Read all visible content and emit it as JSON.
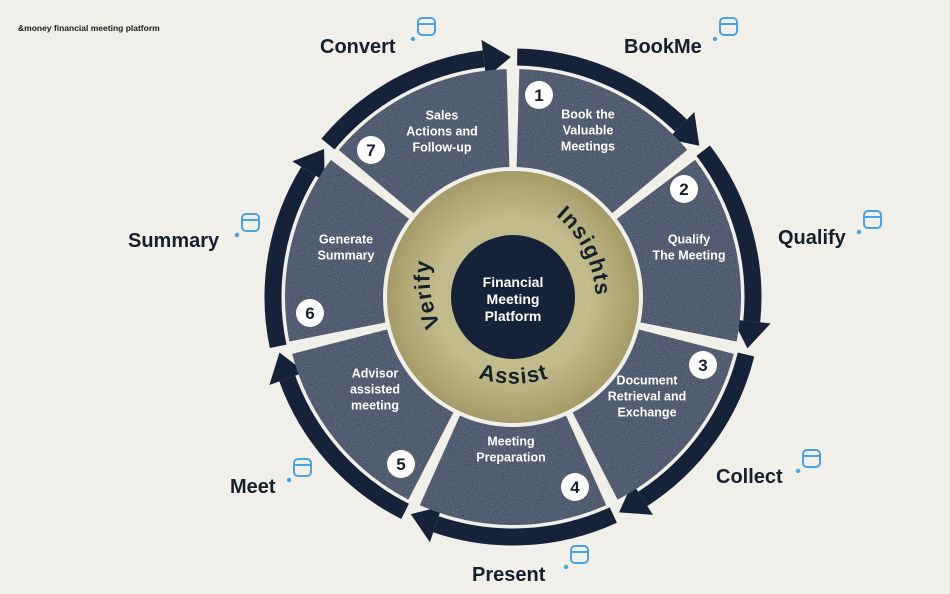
{
  "header": {
    "title": "&money financial meeting platform"
  },
  "center": {
    "line1": "Financial",
    "line2": "Meeting",
    "line3": "Platform"
  },
  "ring_words": {
    "left": "Verify",
    "right": "Insights",
    "bottom": "Assist"
  },
  "steps": [
    {
      "number": "1",
      "lines": [
        "Book the",
        "Valuable",
        "Meetings"
      ],
      "outer_label": "BookMe"
    },
    {
      "number": "2",
      "lines": [
        "Qualify",
        "The Meeting"
      ],
      "outer_label": "Qualify"
    },
    {
      "number": "3",
      "lines": [
        "Document",
        "Retrieval and",
        "Exchange"
      ],
      "outer_label": "Collect"
    },
    {
      "number": "4",
      "lines": [
        "Meeting",
        "Preparation"
      ],
      "outer_label": "Present"
    },
    {
      "number": "5",
      "lines": [
        "Advisor",
        "assisted",
        "meeting"
      ],
      "outer_label": "Meet"
    },
    {
      "number": "6",
      "lines": [
        "Generate",
        "Summary"
      ],
      "outer_label": "Summary"
    },
    {
      "number": "7",
      "lines": [
        "Sales",
        "Actions and",
        "Follow-up"
      ],
      "outer_label": "Convert"
    }
  ],
  "icons": {
    "outer_label_icon": "calendar-window-icon"
  },
  "colors": {
    "background": "#f1efe9",
    "segment": "#1e3556",
    "arrow": "#152238",
    "inner_ring": "#b3ab7a",
    "hub": "#152238",
    "icon": "#4aa3e0"
  }
}
